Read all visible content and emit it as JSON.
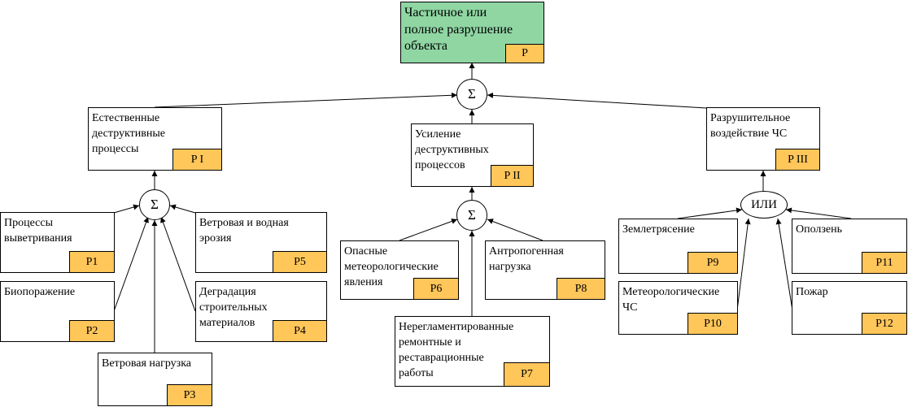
{
  "operators": {
    "sum": "Σ",
    "or": "ИЛИ"
  },
  "root": {
    "text": "Частичное или\nполное разрушение\nобъекта",
    "tag": "P"
  },
  "groups": {
    "g1": {
      "text": "Естественные\nдеструктивные\nпроцессы",
      "tag": "P I"
    },
    "g2": {
      "text": "Усиление\nдеструктивных\nпроцессов",
      "tag": "P II"
    },
    "g3": {
      "text": "Разрушительное\nвоздействие ЧС",
      "tag": "P III"
    }
  },
  "factors": {
    "p1": {
      "text": "Процессы\nвыветривания",
      "tag": "P1"
    },
    "p2": {
      "text": "Биопоражение",
      "tag": "P2"
    },
    "p3": {
      "text": "Ветровая нагрузка",
      "tag": "P3"
    },
    "p4": {
      "text": "Деградация\nстроительных\nматериалов",
      "tag": "P4"
    },
    "p5": {
      "text": "Ветровая и водная\nэрозия",
      "tag": "P5"
    },
    "p6": {
      "text": "Опасные\nметеорологические\nявления",
      "tag": "P6"
    },
    "p7": {
      "text": "Нерегламентированные\nремонтные и\nреставрационные\nработы",
      "tag": "P7"
    },
    "p8": {
      "text": "Антропогенная\nнагрузка",
      "tag": "P8"
    },
    "p9": {
      "text": "Землетрясение",
      "tag": "P9"
    },
    "p10": {
      "text": "Метеорологические\nЧС",
      "tag": "P10"
    },
    "p11": {
      "text": "Оползень",
      "tag": "P11"
    },
    "p12": {
      "text": "Пожар",
      "tag": "P12"
    }
  },
  "colors": {
    "root_fill": "#8fd6a3",
    "tag_fill": "#ffc65a",
    "line": "#000000"
  }
}
